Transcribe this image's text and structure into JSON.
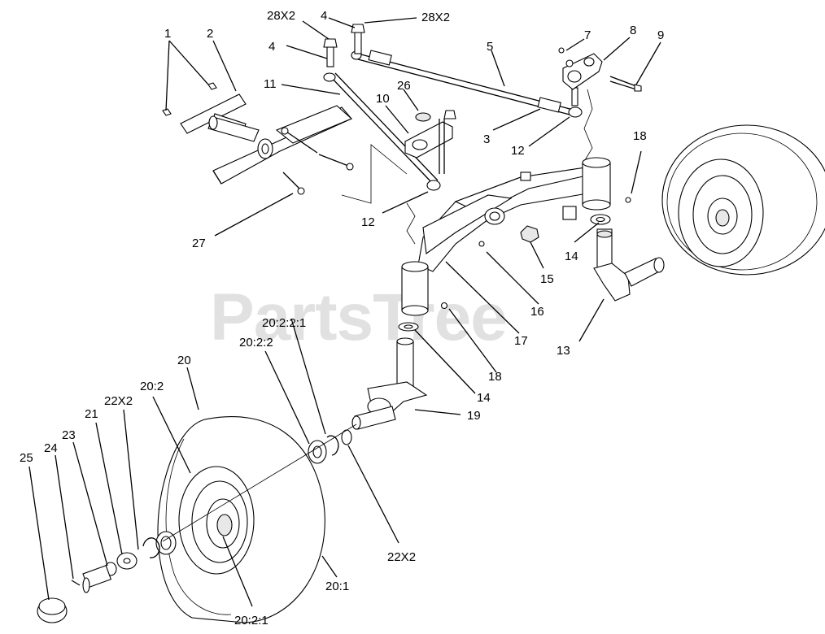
{
  "watermark": "PartsTree",
  "callouts": [
    {
      "key": "c1",
      "text": "1"
    },
    {
      "key": "c2",
      "text": "2"
    },
    {
      "key": "c28a",
      "text": "28X2"
    },
    {
      "key": "c4a",
      "text": "4"
    },
    {
      "key": "c28b",
      "text": "28X2"
    },
    {
      "key": "c4b",
      "text": "4"
    },
    {
      "key": "c5",
      "text": "5"
    },
    {
      "key": "c7",
      "text": "7"
    },
    {
      "key": "c8",
      "text": "8"
    },
    {
      "key": "c9",
      "text": "9"
    },
    {
      "key": "c11",
      "text": "11"
    },
    {
      "key": "c26",
      "text": "26"
    },
    {
      "key": "c10",
      "text": "10"
    },
    {
      "key": "c3",
      "text": "3"
    },
    {
      "key": "c12a",
      "text": "12"
    },
    {
      "key": "c18a",
      "text": "18"
    },
    {
      "key": "c12b",
      "text": "12"
    },
    {
      "key": "c27",
      "text": "27"
    },
    {
      "key": "c14a",
      "text": "14"
    },
    {
      "key": "c15",
      "text": "15"
    },
    {
      "key": "c16",
      "text": "16"
    },
    {
      "key": "c17",
      "text": "17"
    },
    {
      "key": "c13",
      "text": "13"
    },
    {
      "key": "c20221",
      "text": "20:2:2:1"
    },
    {
      "key": "c2022",
      "text": "20:2:2"
    },
    {
      "key": "c18b",
      "text": "18"
    },
    {
      "key": "c14b",
      "text": "14"
    },
    {
      "key": "c20",
      "text": "20"
    },
    {
      "key": "c202",
      "text": "20:2"
    },
    {
      "key": "c22a",
      "text": "22X2"
    },
    {
      "key": "c19",
      "text": "19"
    },
    {
      "key": "c21",
      "text": "21"
    },
    {
      "key": "c23",
      "text": "23"
    },
    {
      "key": "c25",
      "text": "25"
    },
    {
      "key": "c24",
      "text": "24"
    },
    {
      "key": "c22b",
      "text": "22X2"
    },
    {
      "key": "c201",
      "text": "20:1"
    },
    {
      "key": "c2021",
      "text": "20:2:1"
    }
  ]
}
